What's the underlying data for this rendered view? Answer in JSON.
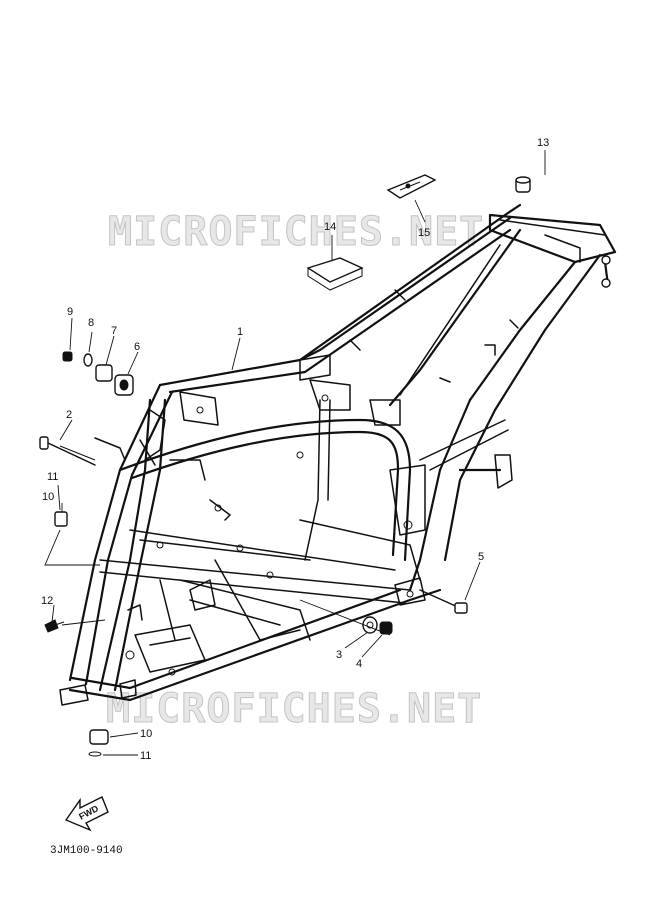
{
  "watermarks": [
    "MICROFICHES.NET",
    "MICROFICHES.NET"
  ],
  "callouts": [
    "1",
    "2",
    "3",
    "4",
    "5",
    "6",
    "7",
    "8",
    "9",
    "10",
    "11",
    "10",
    "11",
    "12",
    "13",
    "14",
    "15"
  ],
  "fwd_label": "FWD",
  "diagram_code": "3JM100-9140"
}
